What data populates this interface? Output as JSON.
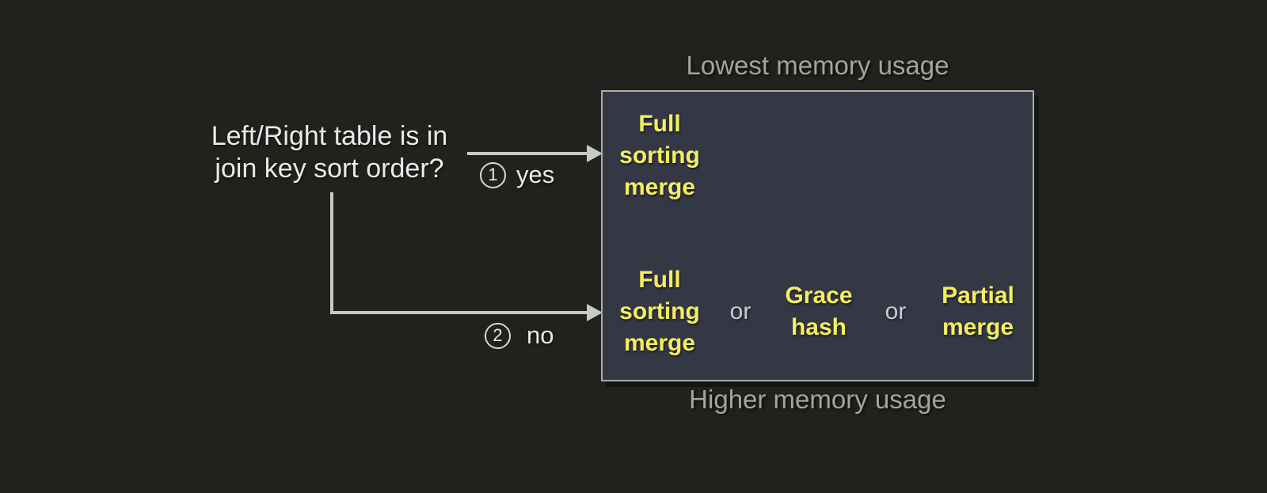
{
  "question": {
    "lines": [
      "Left/Right table is in",
      "join key sort order?"
    ]
  },
  "branches": [
    {
      "number": "1",
      "label": "yes"
    },
    {
      "number": "2",
      "label": "no"
    }
  ],
  "memory_labels": {
    "lowest": "Lowest memory usage",
    "higher": "Higher memory usage"
  },
  "box": {
    "sorted_result": {
      "lines": [
        "Full",
        "sorting",
        "merge"
      ]
    },
    "unsorted_results": [
      {
        "lines": [
          "Full",
          "sorting",
          "merge"
        ]
      },
      {
        "lines": [
          "Grace",
          "hash"
        ]
      },
      {
        "lines": [
          "Partial",
          "merge"
        ]
      }
    ],
    "or_label": "or"
  },
  "colors": {
    "background": "#21221d",
    "box_fill": "#343845",
    "box_border": "#a9aeb4",
    "highlight_text": "#f5ee5e",
    "primary_text": "#eaeaea",
    "muted_text": "#a3a4a0",
    "arrow": "#c8cac7"
  }
}
